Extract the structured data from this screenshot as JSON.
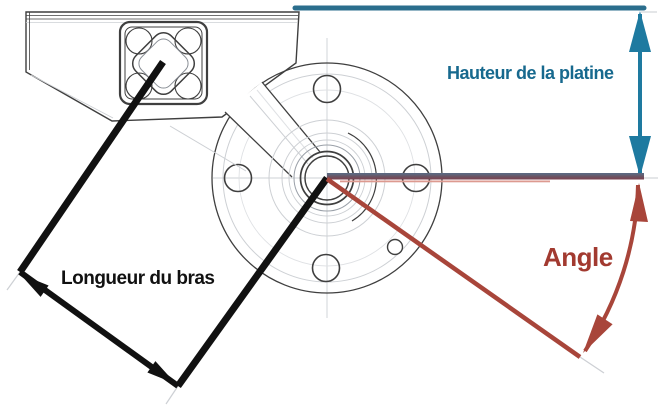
{
  "diagram": {
    "type": "technical-dimension-diagram",
    "subject": "trailer torsion axle side view (square tube, swing arm, hub flange)",
    "labels": {
      "height_label": "Hauteur de la platine",
      "angle_label": "Angle",
      "arm_length_label": "Longueur du bras"
    },
    "annotations": [
      {
        "name": "plate-height-dimension",
        "label": "Hauteur de la platine",
        "style": "vertical double-headed arrow between top reference line and hub axis"
      },
      {
        "name": "angle-dimension",
        "label": "Angle",
        "style": "arc with arrowheads between horizontal hub axis and arm axis"
      },
      {
        "name": "arm-length-dimension",
        "label": "Longueur du bras",
        "style": "offset linear dimension with outward arrowheads between tube center and hub center"
      }
    ]
  },
  "colors": {
    "teal_line": "#2b6e8d",
    "teal_arrow": "#1e7aa0",
    "teal_text": "#17698e",
    "red_accent": "#a8453a",
    "red_text": "#a23a30",
    "slate_line": "#5c6880",
    "maroon_line": "#7a4350",
    "dim_black": "#111111",
    "ink": "#3f3f3f",
    "ghost": "#cdd0d4",
    "ghost_light": "#dfe1e4"
  }
}
